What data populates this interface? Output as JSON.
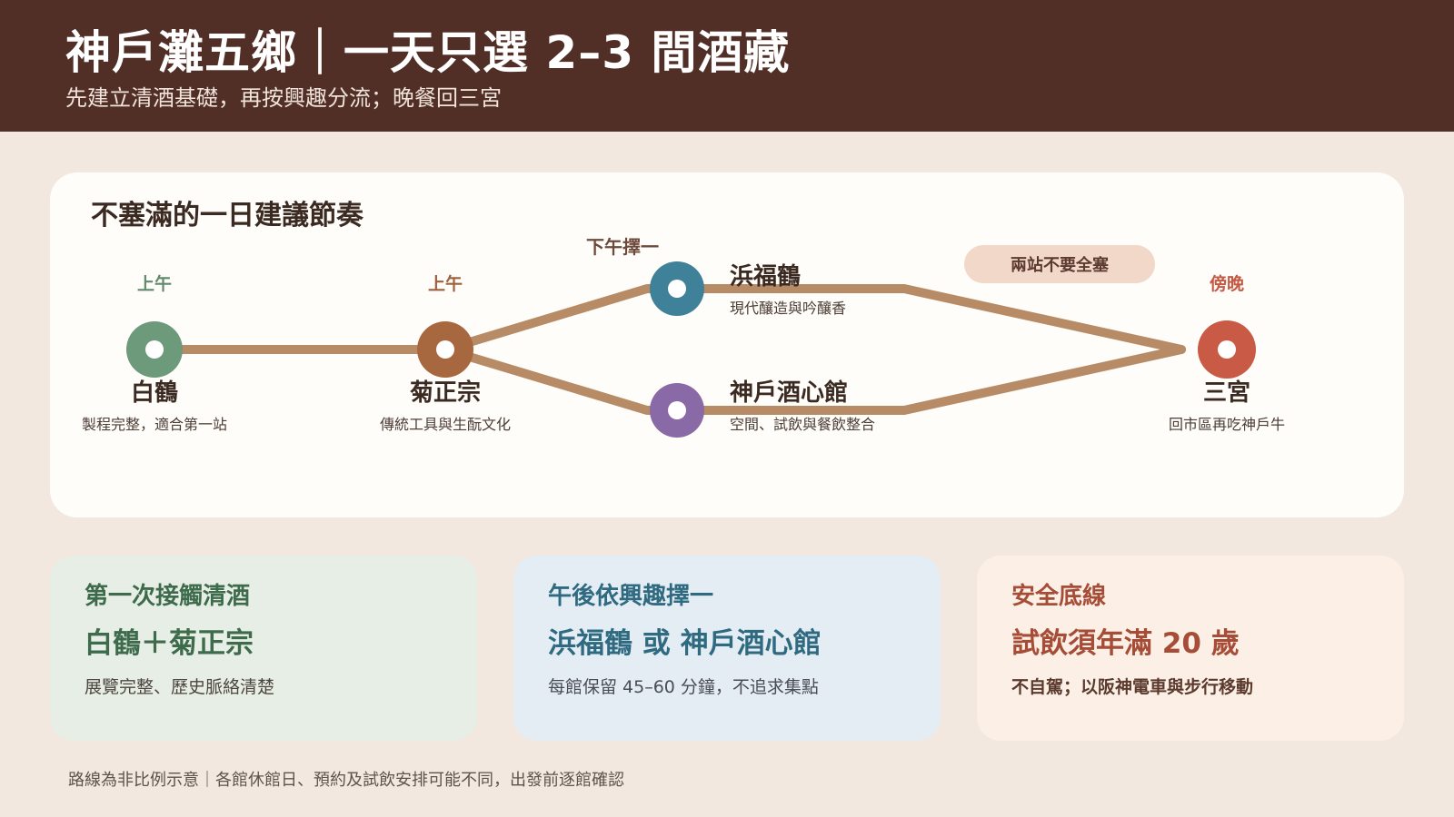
{
  "header": {
    "title": "神戶灘五鄉｜一天只選 2–3 間酒藏",
    "subtitle": "先建立清酒基礎，再按興趣分流；晚餐回三宮"
  },
  "route": {
    "title": "不塞滿的一日建議節奏",
    "afternoon_label": "下午擇一",
    "pill": "兩站不要全塞",
    "stops": [
      {
        "name": "白鶴",
        "time": "上午",
        "desc": "製程完整，適合第一站",
        "color": "#6c9a7a"
      },
      {
        "name": "菊正宗",
        "time": "上午",
        "desc": "傳統工具與生酛文化",
        "color": "#a8683f"
      },
      {
        "name": "浜福鶴",
        "time": "",
        "desc": "現代釀造與吟釀香",
        "color": "#3f8199"
      },
      {
        "name": "神戶酒心館",
        "time": "",
        "desc": "空間、試飲與餐飲整合",
        "color": "#8a6aa6"
      },
      {
        "name": "三宮",
        "time": "傍晚",
        "desc": "回市區再吃神戶牛",
        "color": "#c95a46"
      }
    ],
    "time_colors": {
      "morning_1": "#5f8a6c",
      "morning_2": "#a0603c",
      "evening": "#c35a44"
    },
    "line_color": "#b68b65"
  },
  "cards": [
    {
      "title": "第一次接觸清酒",
      "big": "白鶴＋菊正宗",
      "desc": "展覽完整、歷史脈絡清楚"
    },
    {
      "title": "午後依興趣擇一",
      "big": "浜福鶴 或 神戶酒心館",
      "desc": "每館保留 45–60 分鐘，不追求集點"
    },
    {
      "title": "安全底線",
      "big": "試飲須年滿 20 歲",
      "desc": "不自駕；以阪神電車與步行移動"
    }
  ],
  "footnote": "路線為非比例示意｜各館休館日、預約及試飲安排可能不同，出發前逐館確認"
}
